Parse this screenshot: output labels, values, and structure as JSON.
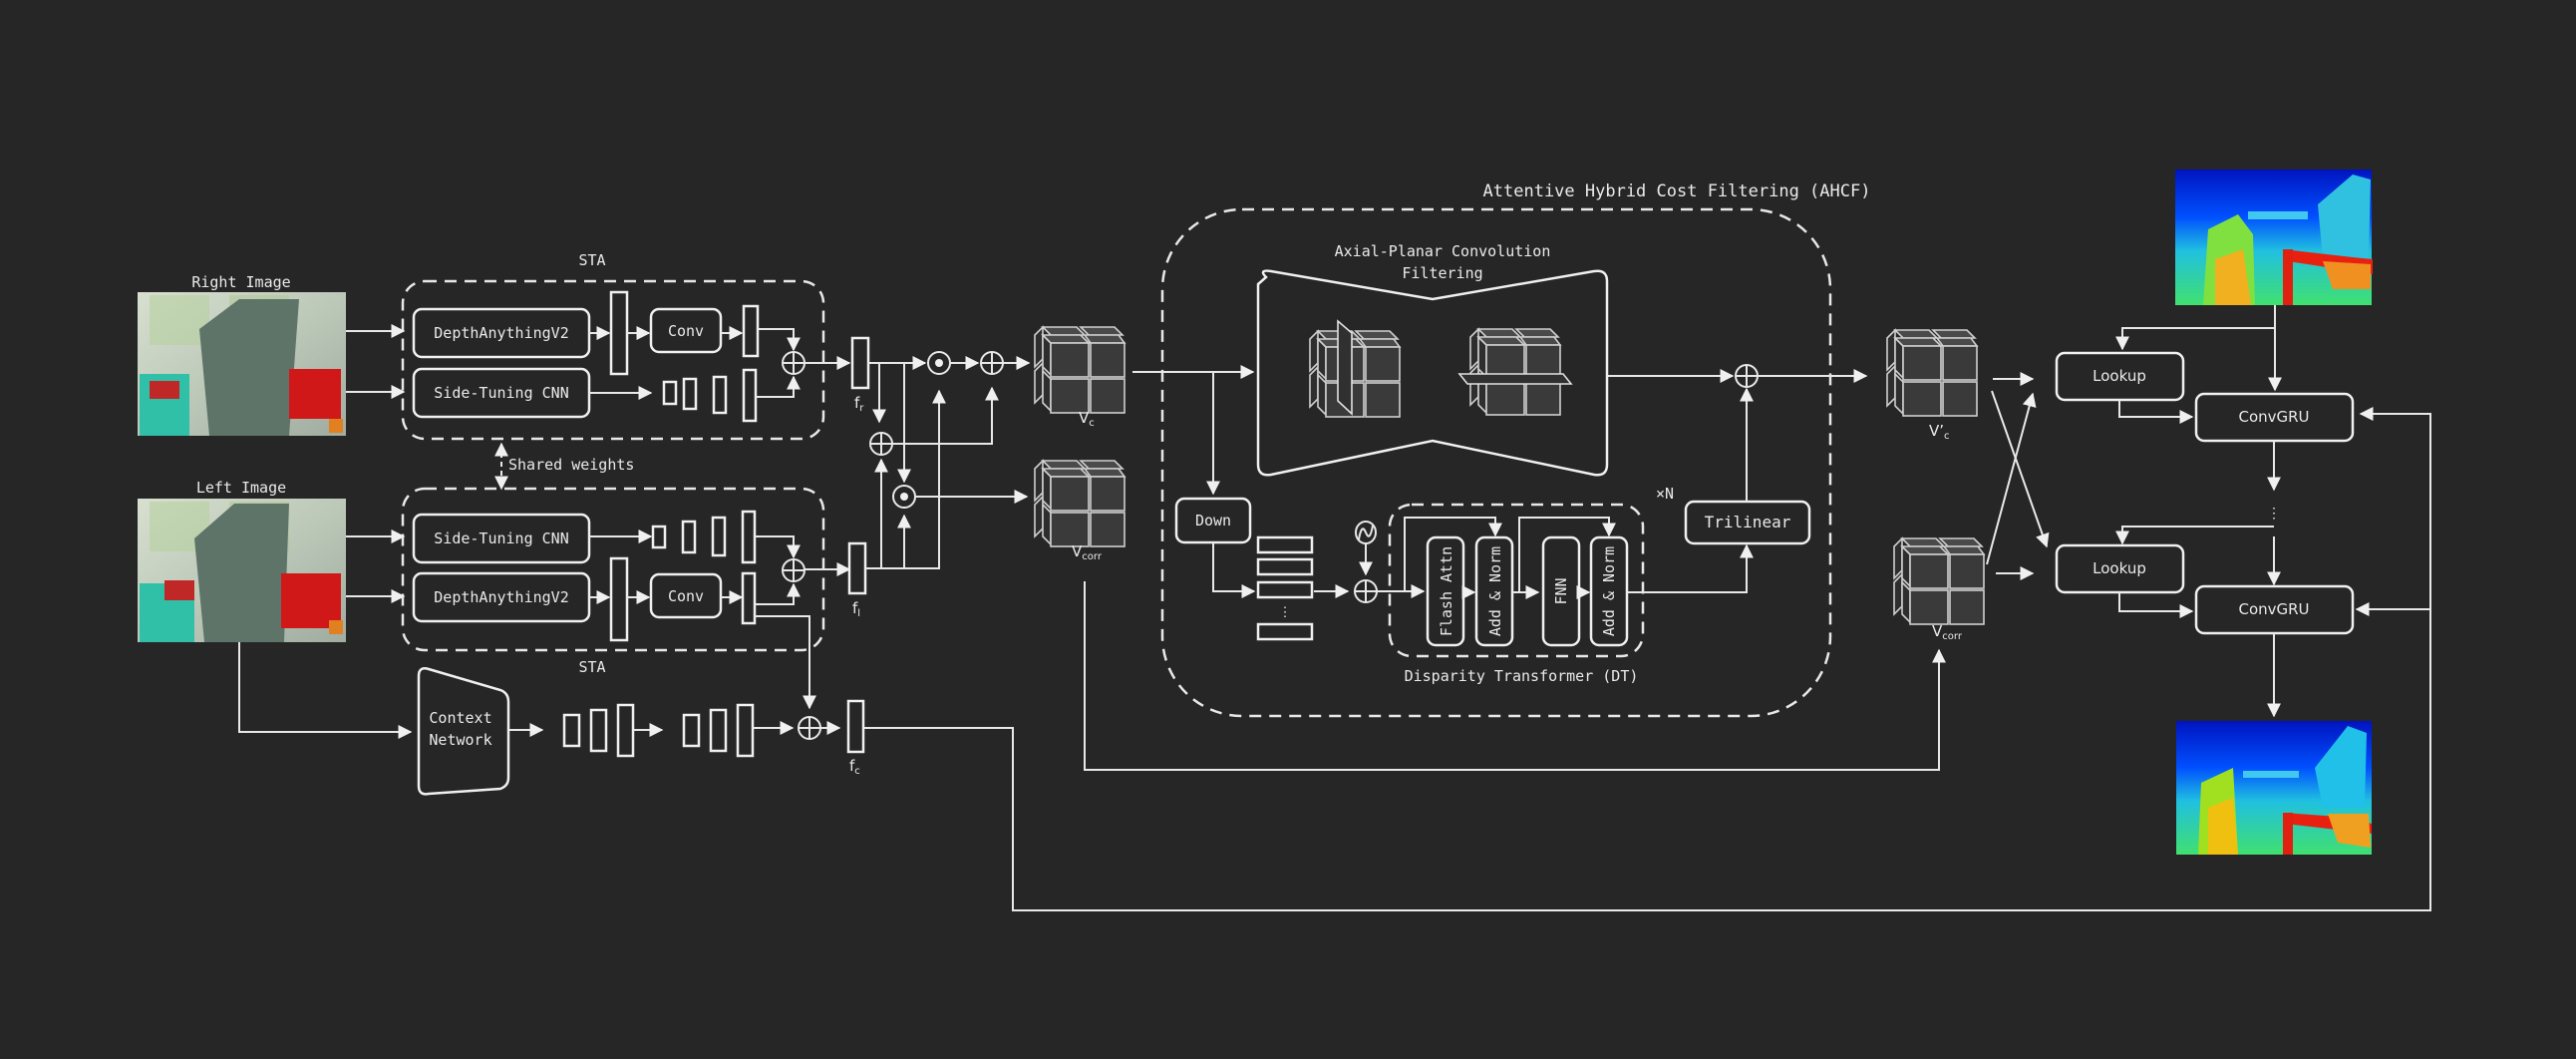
{
  "figure": {
    "background": "#262626",
    "stroke_color": "#e8e8e8"
  },
  "inputs": {
    "right_image_label": "Right Image",
    "left_image_label": "Left Image"
  },
  "sta_top": {
    "label": "STA",
    "depth_model": "DepthAnythingV2",
    "conv": "Conv",
    "side_tuning": "Side-Tuning CNN"
  },
  "sta_bottom": {
    "label": "STA",
    "depth_model": "DepthAnythingV2",
    "conv": "Conv",
    "side_tuning": "Side-Tuning CNN"
  },
  "shared_weights_label": "Shared weights",
  "context": {
    "network_label_line1": "Context",
    "network_label_line2": "Network"
  },
  "features": {
    "fr": "fr",
    "fr_main": "f",
    "fr_sub": "r",
    "fl_main": "f",
    "fl_sub": "l",
    "fc_main": "f",
    "fc_sub": "c"
  },
  "volumes": {
    "vc_main": "V",
    "vc_sub": "c",
    "vcorr_main": "V",
    "vcorr_sub": "corr",
    "vprime_main": "V’",
    "vprime_sub": "c",
    "vcorr2_main": "V",
    "vcorr2_sub": "corr"
  },
  "ahcf": {
    "title": "Attentive Hybrid Cost Filtering (AHCF)",
    "apcf_line1": "Axial-Planar Convolution",
    "apcf_line2": "Filtering",
    "down": "Down",
    "trilinear": "Trilinear",
    "dt_title": "Disparity Transformer (DT)",
    "repeat": "×N",
    "flash_attn": "Flash Attn",
    "add_norm_1": "Add & Norm",
    "fnn": "FNN",
    "add_norm_2": "Add & Norm",
    "ellipsis": "⋮"
  },
  "refinement": {
    "lookup_1": "Lookup",
    "convgru_1": "ConvGRU",
    "lookup_2": "Lookup",
    "convgru_2": "ConvGRU",
    "ellipsis": "⋮"
  },
  "symbols": {
    "add": "plus-circle-icon",
    "dot_product": "dot-circle-icon",
    "positional_encoding": "sine-circle-icon"
  },
  "disparity_colors": [
    "#0010c8",
    "#0060ff",
    "#00c8ff",
    "#30e0a0",
    "#c8f000",
    "#ffb000",
    "#ff3000",
    "#d00000"
  ]
}
